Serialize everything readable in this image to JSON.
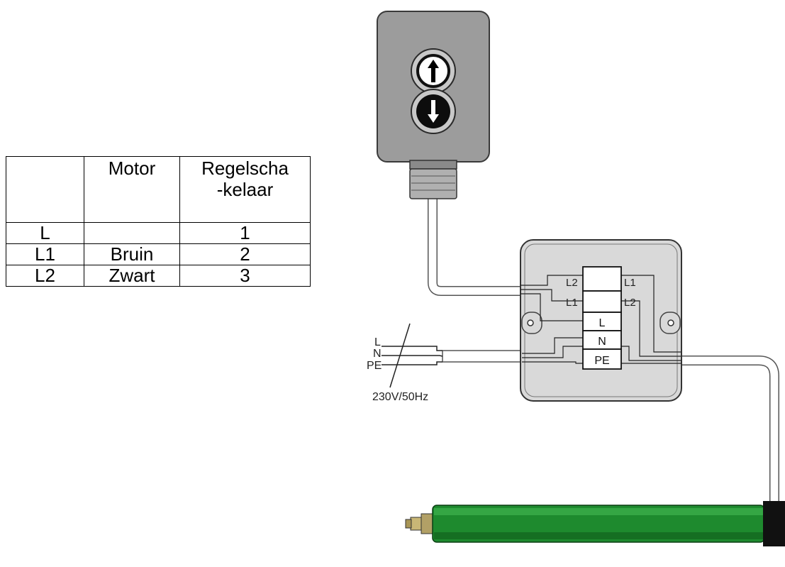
{
  "table": {
    "header": [
      "",
      "Motor",
      [
        "Regelscha",
        "-kelaar"
      ]
    ],
    "rows": [
      [
        "L",
        "",
        "1"
      ],
      [
        "L1",
        "Bruin",
        "2"
      ],
      [
        "L2",
        "Zwart",
        "3"
      ]
    ]
  },
  "junction_box": {
    "left_labels": [
      "L2",
      "L1"
    ],
    "right_labels": [
      "L1",
      "L2"
    ],
    "terminals": [
      "L",
      "N",
      "PE"
    ]
  },
  "mains": {
    "wires": [
      "L",
      "N",
      "PE"
    ],
    "voltage": "230V/50Hz"
  },
  "switch": {
    "up_icon": "arrow-up-icon",
    "down_icon": "arrow-down-icon"
  },
  "colors": {
    "switch_body": "#9c9c9c",
    "box_body": "#d9d9d9",
    "motor_tube": "#1e8a2e",
    "motor_end": "#111111"
  }
}
